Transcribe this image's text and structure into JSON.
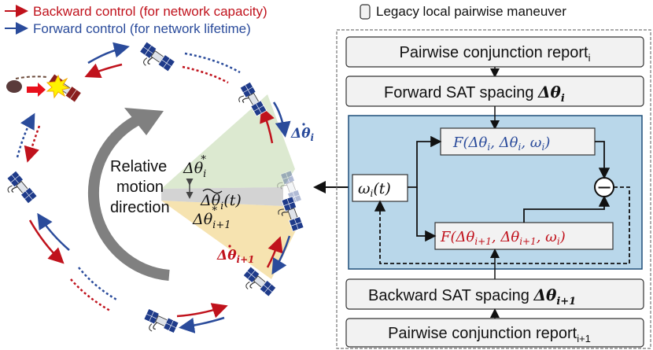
{
  "legend": {
    "backward": "Backward control (for network capacity)",
    "forward": "Forward control (for network lifetime)",
    "legacy": "Legacy local pairwise maneuver"
  },
  "colors": {
    "backward": "#c0121c",
    "forward": "#2a4b9b",
    "panel_bg": "#b9d7ea",
    "panel_border": "#1f4e79",
    "box_fill": "#f2f2f2",
    "sector_green": "#dce9d0",
    "sector_yellow": "#f6e3b0",
    "motion_arrow": "#808080"
  },
  "orbit_labels": {
    "motion_line1": "Relative",
    "motion_line2": "motion",
    "motion_line3": "direction",
    "dtheta_i_star_base": "Δθ",
    "dtheta_i_star_sub": "i",
    "dtheta_i_star_sup": "*",
    "dtheta_i1_star_base": "Δθ",
    "dtheta_i1_star_sub": "i+1",
    "dtheta_i1_star_sup": "*",
    "dtheta_tilde": "Δθ",
    "dtheta_tilde_sub": "i",
    "dtheta_tilde_arg": "(t)",
    "rate_i_base": "Δθ",
    "rate_i_sub": "i",
    "rate_i1_base": "Δθ",
    "rate_i1_sub": "i+1"
  },
  "flow": {
    "report_i": "Pairwise conjunction report",
    "report_i_sub": "i",
    "forward_spacing": "Forward SAT spacing",
    "forward_spacing_math": "Δθ",
    "forward_spacing_sub": "i",
    "f_top_fn": "F(",
    "f_top_a": "Δθ",
    "f_top_a_sub": "i",
    "f_top_b": "Δθ",
    "f_top_b_sub": "i",
    "f_top_c": "ω",
    "f_top_c_sub": "i",
    "f_bot_fn": "F(",
    "f_bot_a": "Δθ",
    "f_bot_a_sub": "i+1",
    "f_bot_b": "Δθ",
    "f_bot_b_sub": "i+1",
    "f_bot_c": "ω",
    "f_bot_c_sub": "i",
    "omega": "ω",
    "omega_sub": "i",
    "omega_arg": "(t)",
    "minus": "−",
    "backward_spacing": "Backward SAT spacing",
    "backward_spacing_math": "Δθ",
    "backward_spacing_sub": "i+1",
    "report_i1": "Pairwise conjunction report",
    "report_i1_sub": "i+1"
  }
}
